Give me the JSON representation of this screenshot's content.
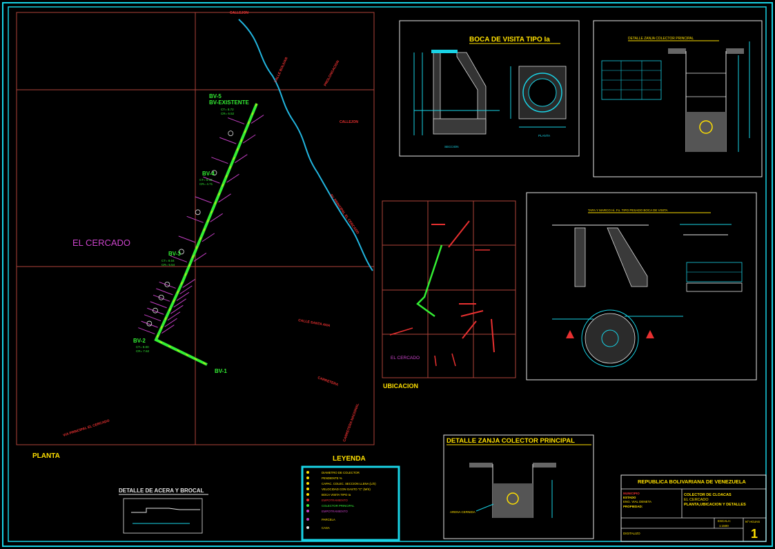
{
  "colors": {
    "frame": "#19d3e6",
    "grid": "#b0433a",
    "river": "#22b6e0",
    "collector": "#33ee33",
    "street": "#e83030",
    "parcel": "#c33fc3",
    "yellow": "#ffe000",
    "white": "#e8e8e8"
  },
  "plan": {
    "label": "PLANTA",
    "area_name": "EL CERCADO",
    "streets": [
      "CALLEJON",
      "CALLE BOLIVAR",
      "PROLONGACION",
      "CALLEJON",
      "AV. PRINCIPAL EL CERCADO",
      "CALLE SANTA ANA",
      "CARRETERA",
      "CARRETERA NACIONAL",
      "VIA PRINCIPAL EL CERCADO"
    ],
    "manholes": [
      {
        "id": "BV-5",
        "note": "BV-EXISTENTE",
        "ct": "CT= 8.72",
        "cr": "CR= 6.52"
      },
      {
        "id": "BV-4",
        "ct": "CT= 8.33",
        "cr": "CR= 4.71"
      },
      {
        "id": "BV-3",
        "ct": "CT= 8.04",
        "cr": "CR= 5.54"
      },
      {
        "id": "BV-2",
        "ct": "CT= 8.00",
        "cr": "CR= 7.62"
      },
      {
        "id": "BV-1"
      }
    ]
  },
  "boca_visita": {
    "title": "BOCA DE VISITA TIPO Ia",
    "section": "SECCION",
    "plan": "PLANTA"
  },
  "zanja_top": {
    "title": "DETALLE ZANJA COLECTOR PRINCIPAL"
  },
  "tapa": {
    "title": "TAPA Y MARCO Hi. Fo. TIPO PESADO BOCA DE VISITA"
  },
  "ubicacion": {
    "label": "UBICACION",
    "area_name": "EL CERCADO"
  },
  "zanja_bottom": {
    "title": "DETALLE ZANJA COLECTOR PRINCIPAL",
    "note": "ARENA CERNIDA"
  },
  "acera": {
    "title": "DETALLE DE ACERA Y BROCAL"
  },
  "leyenda": {
    "title": "LEYENDA",
    "items": [
      "DIAMETRO DE COLECTOR",
      "PENDIENTE %",
      "CAPAC. COLEC. SECCION LLENA (L/S)",
      "VELOCIDAD CON GASTO \"C\" (M/S)",
      "BOCA VISITA TIPO Ia",
      "EMPOTRAMIENTO",
      "COLECTOR PRINCIPAL",
      "EMPOTRAMIENTO",
      "PARCELA",
      "CASA"
    ]
  },
  "title_block": {
    "header": "REPUBLICA BOLIVARIANA DE VENEZUELA",
    "left_lines": [
      "MUNICIPIO",
      "ESTADO",
      "ENG. VIAL DENETA",
      "PROPIEDAD:"
    ],
    "project_lines": [
      "COLECTOR DE CLOACAS",
      "EL CERCADO",
      "PLANTA,UBICACION Y DETALLES"
    ],
    "escala_label": "ESCALA:",
    "escala_value": "1:1500",
    "plano_label": "Nº HOJAS",
    "sheet_number": "1",
    "dibujo": "DIGITALIZO"
  }
}
